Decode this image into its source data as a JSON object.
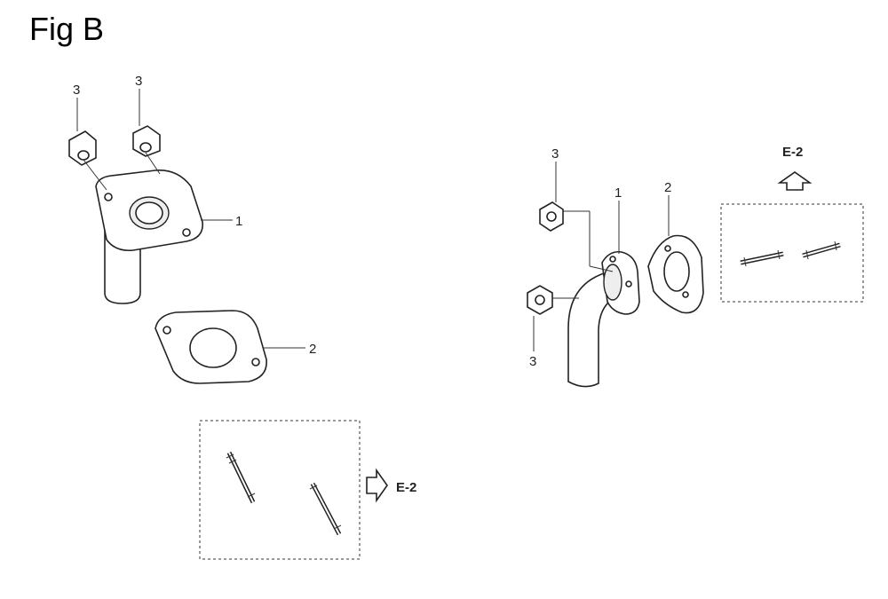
{
  "figure": {
    "title": "Fig B"
  },
  "callouts": {
    "left_bolt_a": "3",
    "left_bolt_b": "3",
    "left_pipe": "1",
    "left_gasket": "2",
    "right_nut_top": "3",
    "right_nut_bottom": "3",
    "right_pipe": "1",
    "right_gasket": "2"
  },
  "references": {
    "left_studs": "E-2",
    "right_studs": "E-2"
  }
}
